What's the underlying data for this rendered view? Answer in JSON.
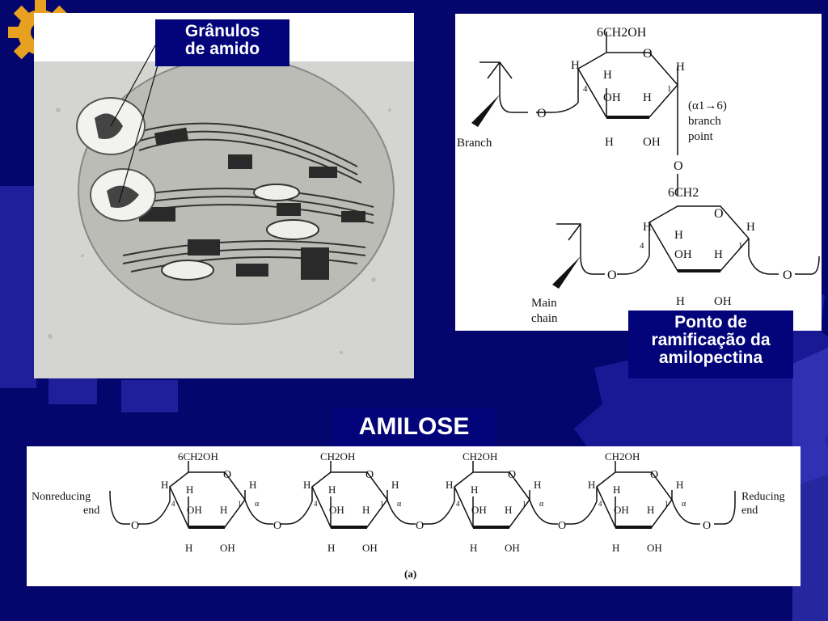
{
  "slide": {
    "background_color": "#05056e",
    "accent_color": "#e8a020",
    "decoration": "gear-pattern"
  },
  "micrograph": {
    "label": "Grânulos\nde amido",
    "image_desc": "electron micrograph of chloroplast with starch granules"
  },
  "branch_structure": {
    "sub_ch2oh": "6CH2OH",
    "ring_o": "O",
    "h": "H",
    "oh": "OH",
    "c1": "1",
    "c4": "4",
    "branch_point_line1": "(α1→6)",
    "branch_point_line2": "branch",
    "branch_point_line3": "point",
    "bridge_o": "O",
    "ch2": "6CH2",
    "branch_label": "Branch",
    "main_chain_line1": "Main",
    "main_chain_line2": "chain",
    "caption": "Ponto de ramificação da amilopectina"
  },
  "amylose": {
    "title": "AMILOSE",
    "nonreducing_line1": "Nonreducing",
    "nonreducing_line2": "end",
    "reducing_line1": "Reducing",
    "reducing_line2": "end",
    "first_ch2oh": "6CH2OH",
    "ch2oh": "CH2OH",
    "alpha": "α",
    "panel_label": "(a)"
  }
}
